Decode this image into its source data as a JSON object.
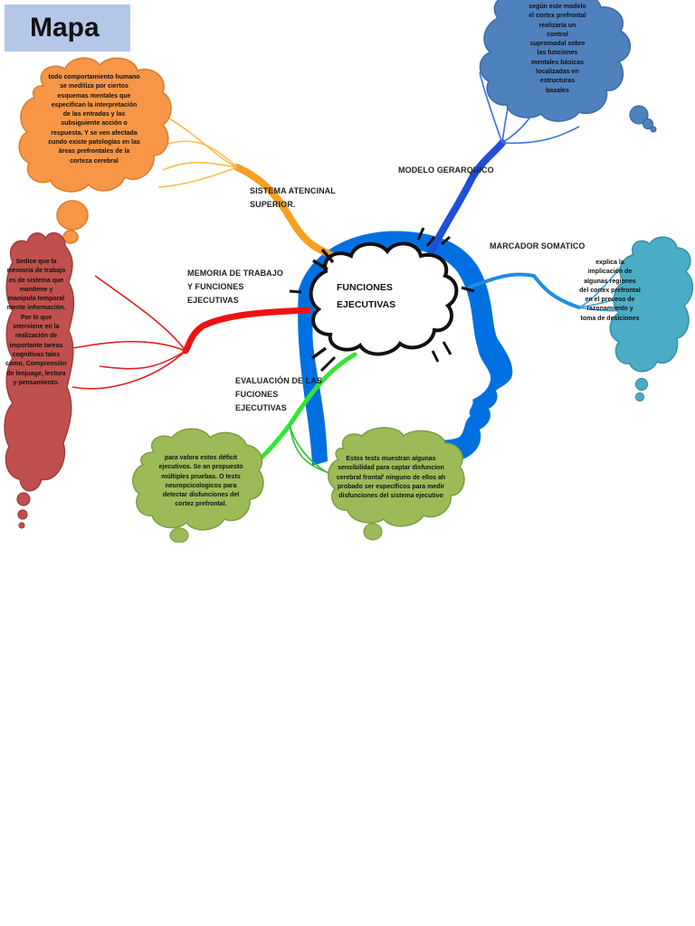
{
  "title": "Mapa",
  "central": {
    "line1": "FUNCIONES",
    "line2": "EJECUTIVAS"
  },
  "branches": {
    "sistema": {
      "line1": "SISTEMA ATENCINAL",
      "line2": "SUPERIOR."
    },
    "modelo": {
      "label": "MODELO GERARQUICO"
    },
    "marcador": {
      "label": "MARCADOR SOMATICO"
    },
    "memoria": {
      "line1": "MEMORIA DE TRABAJO",
      "line2": "Y FUNCIONES",
      "line3": "EJECUTIVAS"
    },
    "evaluacion": {
      "line1": "EVALUACIÓN DE LAS",
      "line2": "FUCIONES",
      "line3": "EJECUTIVAS"
    }
  },
  "bubbles": {
    "orange": "todo comportamiento humano se meditiza por ciertos esquemas mentales que especifican la interpretación de las entradas y las subsiguiente acción o respuesta. Y se ven afectada cundo existe patologías en las áreas prefrontales de la corteza cerebral",
    "blue": "según este modelo el cortex prefrontal realizaría un control supromodal sobre las funciones mentales básicas localizadas en estructuras basales",
    "red": "Sedice que la memoria de trabajo es de sistema que mantiene y manipula temporal mente información. Por lo que interviene en la realización de importante tareas cognitivas tales como. Comprensión de lenjuage, lectura y pensamiento.",
    "teal": "explica la implicación de algunas regiones del cortex prefrontal en el preceso de razonamiento y toma de desiciones",
    "green_left": "para valora estos déficit ejecutivos. Se an propuesto múltiples pruebas. O tests neuropcicologicos para detectar disfunciones del cortez prefrontal.",
    "green_right": "Estos tests muestran algunas sensibilidad para captar disfuncion cerebral frontal' ninguno de ellos ah probado ser específicos para medir disfunciones del sistema ejecutivo"
  },
  "colors": {
    "orange": "#f79646",
    "blue_dark": "#4f81bd",
    "blue_branch": "#1f4fd8",
    "red": "#c0504d",
    "red_branch": "#ee1111",
    "teal": "#4bacc6",
    "green": "#9bbb59",
    "green_branch": "#33e633",
    "head_blue": "#0070e0",
    "title_bg": "#b4c7e7"
  }
}
